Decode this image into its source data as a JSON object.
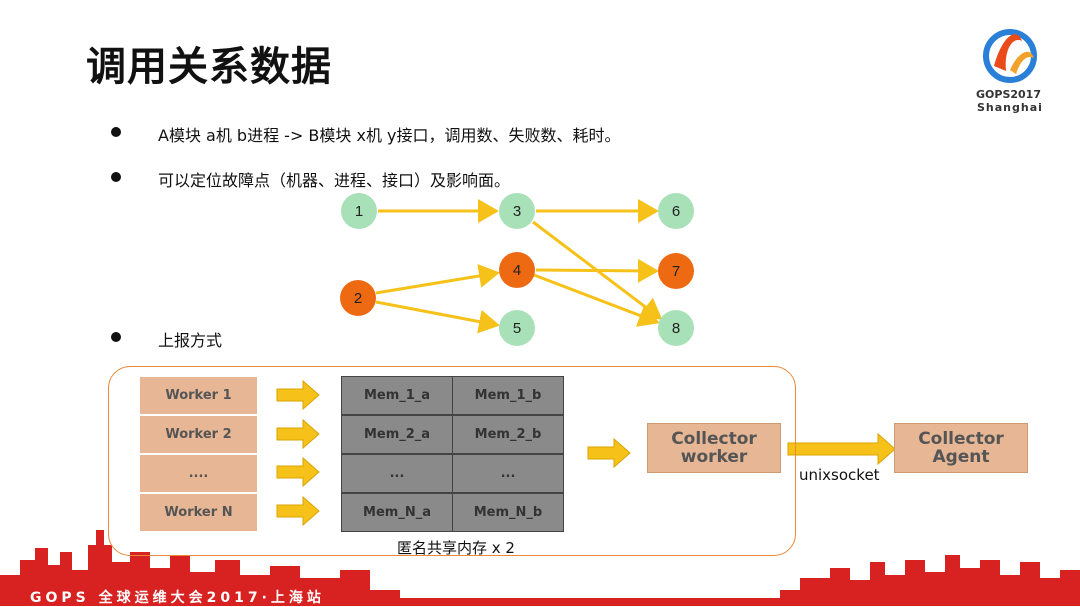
{
  "title": "调用关系数据",
  "logo": {
    "line1": "GOPS2017",
    "line2": "Shanghai"
  },
  "bullets": [
    "A模块 a机 b进程 -> B模块 x机 y接口，调用数、失败数、耗时。",
    "可以定位故障点（机器、进程、接口）及影响面。",
    "上报方式"
  ],
  "graph": {
    "nodes": [
      "1",
      "2",
      "3",
      "4",
      "5",
      "6",
      "7",
      "8"
    ]
  },
  "workers": [
    "Worker 1",
    "Worker 2",
    "....",
    "Worker N"
  ],
  "mem": [
    [
      "Mem_1_a",
      "Mem_1_b"
    ],
    [
      "Mem_2_a",
      "Mem_2_b"
    ],
    [
      "...",
      "..."
    ],
    [
      "Mem_N_a",
      "Mem_N_b"
    ]
  ],
  "mem_caption": "匿名共享内存 x 2",
  "collector_worker": [
    "Collector",
    "worker"
  ],
  "collector_agent": [
    "Collector",
    "Agent"
  ],
  "link_label": "unixsocket",
  "footer": "GOPS 全球运维大会2017·上海站",
  "colors": {
    "node_green": "#a8e0b8",
    "node_orange": "#ee6a12",
    "arrow": "#f6c21a",
    "accent": "#e98a3a"
  }
}
